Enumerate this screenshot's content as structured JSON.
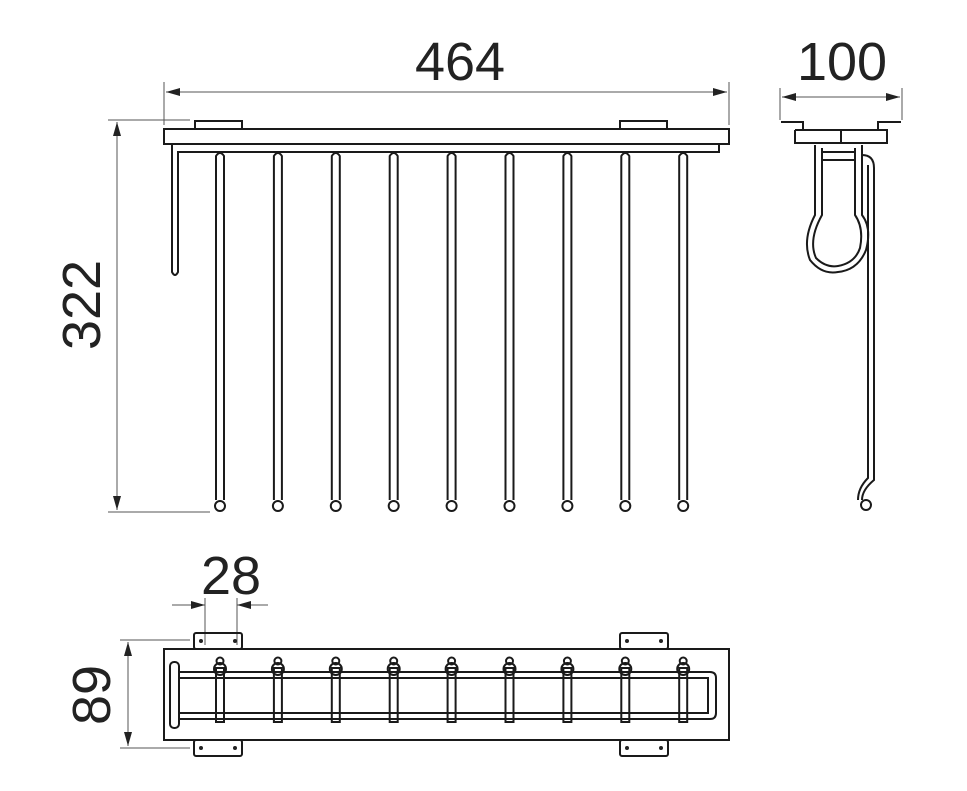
{
  "dimensions": {
    "width": "464",
    "height": "322",
    "depth": "100",
    "rod_spacing": "28",
    "rail_depth": "89"
  },
  "rod_count": 9
}
